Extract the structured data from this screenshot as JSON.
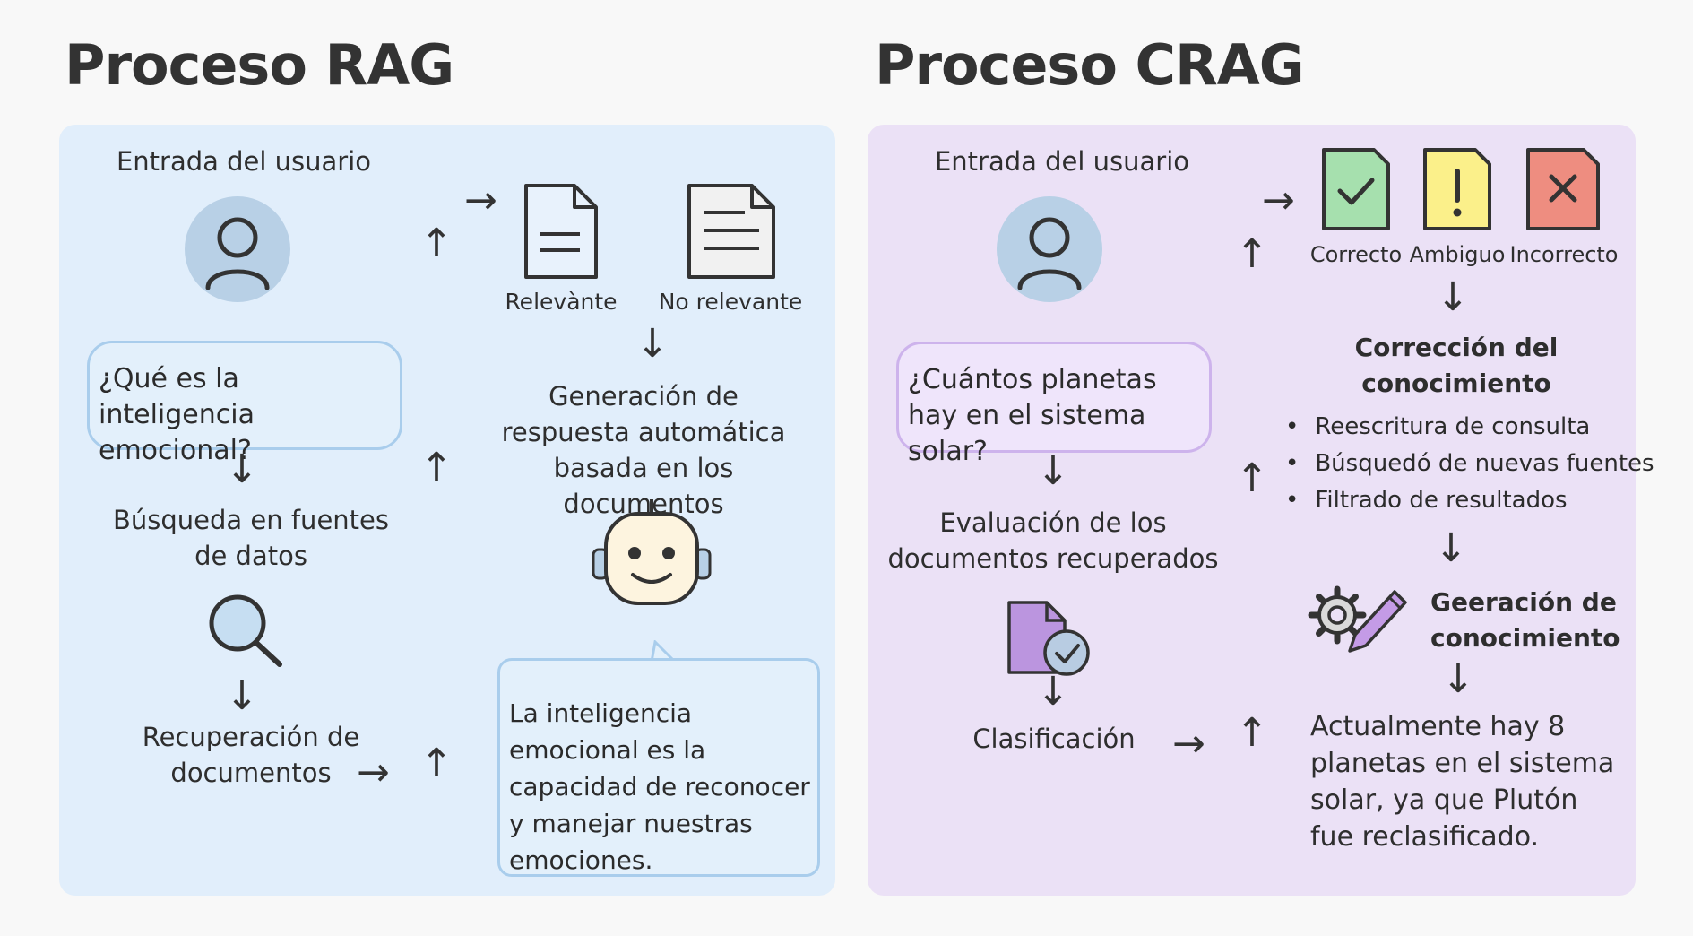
{
  "rag": {
    "title": "Proceso RAG",
    "user_input_label": "Entrada del usuario",
    "query": "¿Qué es la inteligencia emocional?",
    "search_label": "Búsqueda en fuentes de datos",
    "retrieval_label": "Recuperación de documentos",
    "doc_relevant_label": "Relevànte",
    "doc_not_relevant_label": "No relevante",
    "generation_label": "Generación de respuesta automática basada en los documentos",
    "answer": "La inteligencia emocional es la capacidad de reconocer y manejar nuestras emociones."
  },
  "crag": {
    "title": "Proceso CRAG",
    "user_input_label": "Entrada del usuario",
    "query": "¿Cuántos planetas hay en el sistema solar?",
    "evaluation_label": "Evaluación de los documentos recuperados",
    "classification_label": "Clasificación",
    "grades": [
      {
        "label": "Correcto",
        "color": "#a6e0ae",
        "icon": "check-icon"
      },
      {
        "label": "Ambiguo",
        "color": "#fbf08a",
        "icon": "exclamation-icon"
      },
      {
        "label": "Incorrecto",
        "color": "#ee8d80",
        "icon": "x-icon"
      }
    ],
    "correction_title": "Corrección del conocimiento",
    "correction_items": [
      "Reescritura de consulta",
      "Búsquedó de nuevas fuentes",
      "Filtrado de resultados"
    ],
    "generation_label": "Geeración de conocimiento",
    "answer": "Actualmente hay 8 planetas en el sistema solar, ya que Plutón fue reclasificado."
  },
  "colors": {
    "rag_panel": "#e1eefb",
    "crag_panel": "#ebe1f6",
    "rag_bubble_border": "#a9cdec",
    "crag_bubble_border": "#cdb3ec",
    "avatar_fill": "#b8d0e6"
  }
}
